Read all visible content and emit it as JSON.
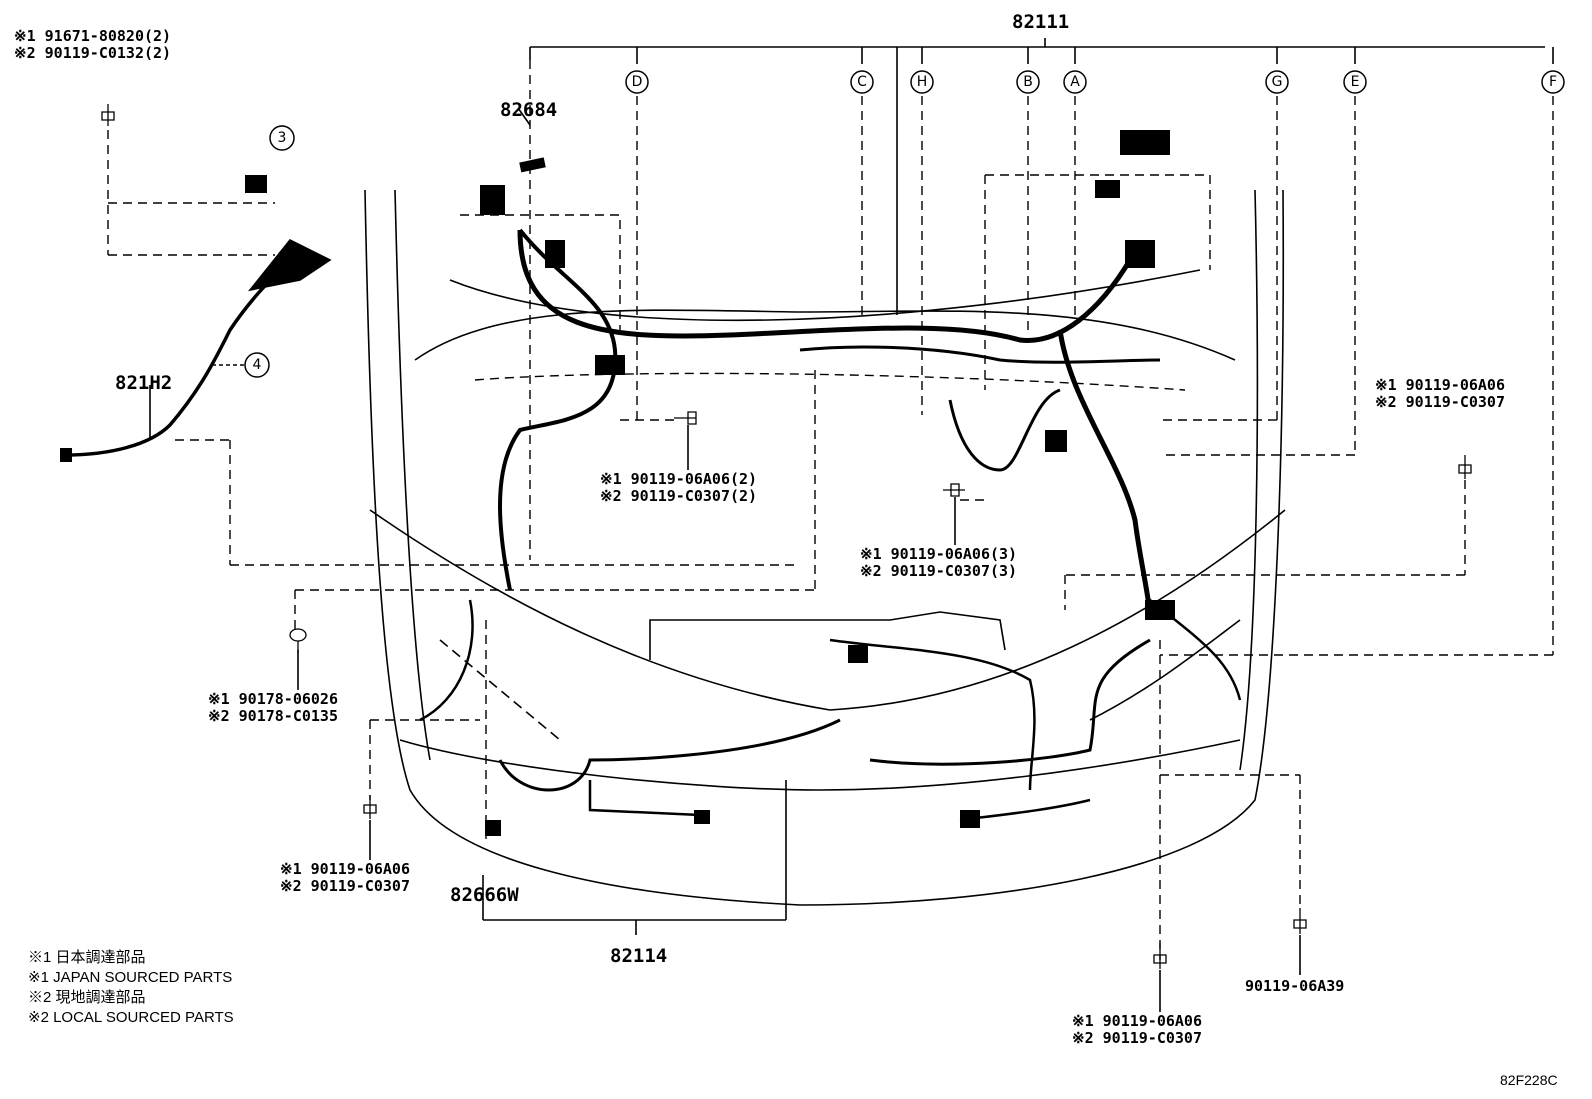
{
  "parts": {
    "main_harness": "82111",
    "tag_82684": "82684",
    "harness_821H2": "821H2",
    "harness_82114": "82114",
    "clamp_82666W": "82666W",
    "bolt_90119_06A39": "90119-06A39"
  },
  "callouts": [
    "D",
    "C",
    "H",
    "B",
    "A",
    "G",
    "E",
    "F"
  ],
  "items": [
    "3",
    "4"
  ],
  "notes": {
    "top_left_1": "※1 91671-80820(2)",
    "top_left_2": "※2 90119-C0132(2)",
    "right_1": "※1 90119-06A06",
    "right_2": "※2 90119-C0307",
    "center_left_1": "※1 90119-06A06(2)",
    "center_left_2": "※2 90119-C0307(2)",
    "center_1": "※1 90119-06A06(3)",
    "center_2": "※2 90119-C0307(3)",
    "left_1": "※1 90178-06026",
    "left_2": "※2 90178-C0135",
    "bottom_left_1": "※1 90119-06A06",
    "bottom_left_2": "※2 90119-C0307",
    "bottom_right_1": "※1 90119-06A06",
    "bottom_right_2": "※2 90119-C0307"
  },
  "legend": [
    "※1 日本調達部品",
    "※1 JAPAN SOURCED PARTS",
    "※2 現地調達部品",
    "※2 LOCAL SOURCED PARTS"
  ],
  "diagram_code": "82F228C"
}
